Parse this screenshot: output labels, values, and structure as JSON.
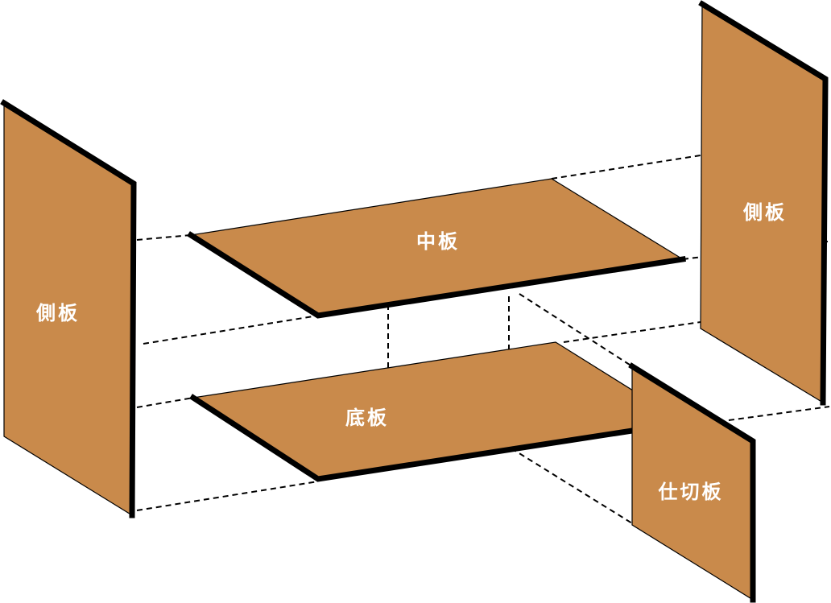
{
  "labels": {
    "left_side_panel": "側板",
    "right_side_panel": "側板",
    "middle_shelf": "中板",
    "bottom_board": "底板",
    "partition": "仕切板"
  },
  "colors": {
    "board": "#C98A4B",
    "edge": "#000000"
  }
}
